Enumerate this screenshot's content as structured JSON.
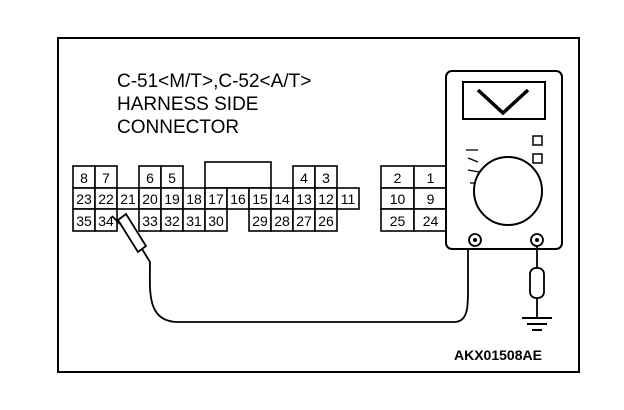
{
  "diagram": {
    "title_lines": [
      "C-51<M/T>,C-52<A/T>",
      "HARNESS SIDE",
      "CONNECTOR"
    ],
    "figure_code": "AKX01508AE",
    "connector": {
      "row1": [
        {
          "label": "8",
          "col": 0,
          "span": 1
        },
        {
          "label": "7",
          "col": 1,
          "span": 1
        },
        {
          "label": "6",
          "col": 3,
          "span": 1
        },
        {
          "label": "5",
          "col": 4,
          "span": 1
        },
        {
          "label": "",
          "col": 6,
          "span": 3
        },
        {
          "label": "4",
          "col": 10,
          "span": 1
        },
        {
          "label": "3",
          "col": 11,
          "span": 1
        },
        {
          "label": "2",
          "col": 14,
          "span": 1.5
        },
        {
          "label": "1",
          "col": 15.5,
          "span": 1.5
        }
      ],
      "row2": [
        {
          "label": "23",
          "col": 0,
          "span": 1
        },
        {
          "label": "22",
          "col": 1,
          "span": 1
        },
        {
          "label": "21",
          "col": 2,
          "span": 1
        },
        {
          "label": "20",
          "col": 3,
          "span": 1
        },
        {
          "label": "19",
          "col": 4,
          "span": 1
        },
        {
          "label": "18",
          "col": 5,
          "span": 1
        },
        {
          "label": "17",
          "col": 6,
          "span": 1
        },
        {
          "label": "16",
          "col": 7,
          "span": 1
        },
        {
          "label": "15",
          "col": 8,
          "span": 1
        },
        {
          "label": "14",
          "col": 9,
          "span": 1
        },
        {
          "label": "13",
          "col": 10,
          "span": 1
        },
        {
          "label": "12",
          "col": 11,
          "span": 1
        },
        {
          "label": "11",
          "col": 12,
          "span": 1
        },
        {
          "label": "10",
          "col": 14,
          "span": 1.5
        },
        {
          "label": "9",
          "col": 15.5,
          "span": 1.5
        }
      ],
      "row3": [
        {
          "label": "35",
          "col": 0,
          "span": 1
        },
        {
          "label": "34",
          "col": 1,
          "span": 1
        },
        {
          "label": "33",
          "col": 3,
          "span": 1
        },
        {
          "label": "32",
          "col": 4,
          "span": 1
        },
        {
          "label": "31",
          "col": 5,
          "span": 1
        },
        {
          "label": "30",
          "col": 6,
          "span": 1
        },
        {
          "label": "29",
          "col": 8,
          "span": 1
        },
        {
          "label": "28",
          "col": 9,
          "span": 1
        },
        {
          "label": "27",
          "col": 10,
          "span": 1
        },
        {
          "label": "26",
          "col": 11,
          "span": 1
        },
        {
          "label": "25",
          "col": 14,
          "span": 1.5
        },
        {
          "label": "24",
          "col": 15.5,
          "span": 1.5
        }
      ]
    },
    "meter_display_glyph": "V",
    "probe_pin": "34"
  }
}
